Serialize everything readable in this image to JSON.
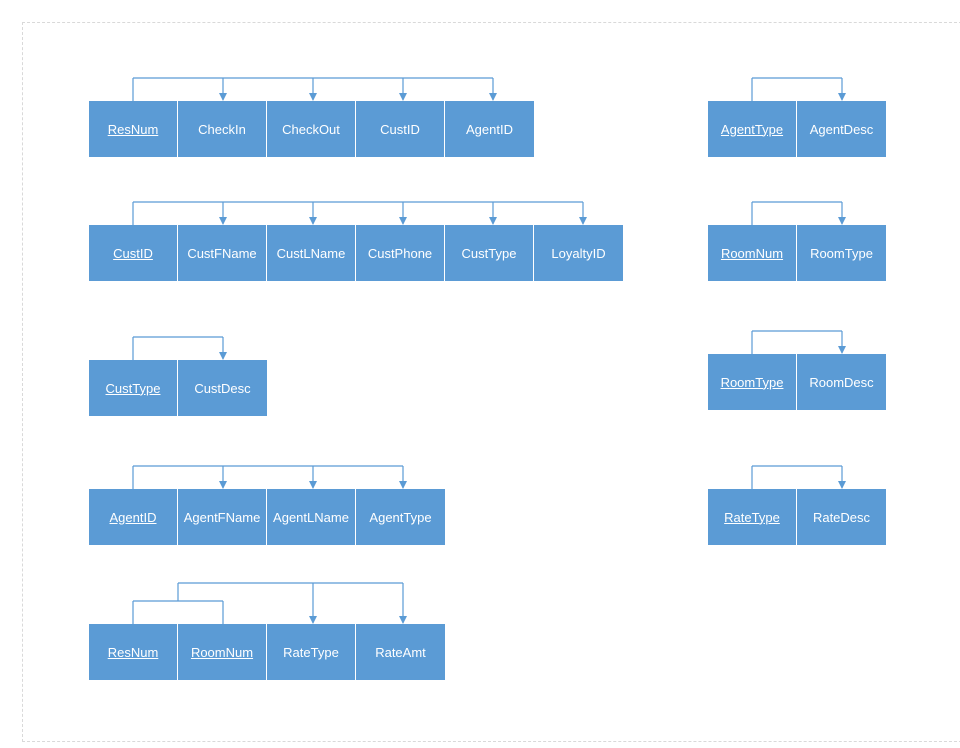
{
  "colors": {
    "cell_fill": "#5b9bd5",
    "cell_text": "#ffffff",
    "arrow": "#5b9bd5"
  },
  "tables": [
    {
      "name": "reservation",
      "columns": [
        {
          "label": "ResNum",
          "key": true
        },
        {
          "label": "CheckIn",
          "key": false
        },
        {
          "label": "CheckOut",
          "key": false
        },
        {
          "label": "CustID",
          "key": false
        },
        {
          "label": "AgentID",
          "key": false
        }
      ]
    },
    {
      "name": "customer",
      "columns": [
        {
          "label": "CustID",
          "key": true
        },
        {
          "label": "CustFName",
          "key": false
        },
        {
          "label": "CustLName",
          "key": false
        },
        {
          "label": "CustPhone",
          "key": false
        },
        {
          "label": "CustType",
          "key": false
        },
        {
          "label": "LoyaltyID",
          "key": false
        }
      ]
    },
    {
      "name": "cust-type",
      "columns": [
        {
          "label": "CustType",
          "key": true
        },
        {
          "label": "CustDesc",
          "key": false
        }
      ]
    },
    {
      "name": "agent",
      "columns": [
        {
          "label": "AgentID",
          "key": true
        },
        {
          "label": "AgentFName",
          "key": false
        },
        {
          "label": "AgentLName",
          "key": false
        },
        {
          "label": "AgentType",
          "key": false
        }
      ]
    },
    {
      "name": "reservation-room",
      "columns": [
        {
          "label": "ResNum",
          "key": true
        },
        {
          "label": "RoomNum",
          "key": true
        },
        {
          "label": "RateType",
          "key": false
        },
        {
          "label": "RateAmt",
          "key": false
        }
      ]
    },
    {
      "name": "agent-type",
      "columns": [
        {
          "label": "AgentType",
          "key": true
        },
        {
          "label": "AgentDesc",
          "key": false
        }
      ]
    },
    {
      "name": "room",
      "columns": [
        {
          "label": "RoomNum",
          "key": true
        },
        {
          "label": "RoomType",
          "key": false
        }
      ]
    },
    {
      "name": "room-type",
      "columns": [
        {
          "label": "RoomType",
          "key": true
        },
        {
          "label": "RoomDesc",
          "key": false
        }
      ]
    },
    {
      "name": "rate-type",
      "columns": [
        {
          "label": "RateType",
          "key": true
        },
        {
          "label": "RateDesc",
          "key": false
        }
      ]
    }
  ]
}
